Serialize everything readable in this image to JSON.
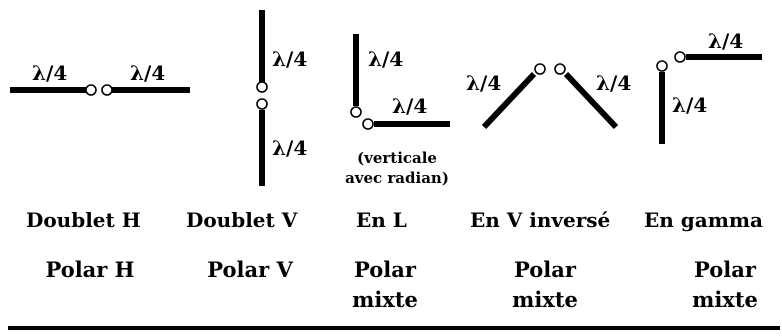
{
  "lambda_label": "λ/4",
  "antennas": [
    {
      "name": "Doublet H",
      "polar": [
        "Polar H"
      ]
    },
    {
      "name": "Doublet V",
      "polar": [
        "Polar V"
      ]
    },
    {
      "name": "En L",
      "polar": [
        "Polar",
        "mixte"
      ],
      "note": [
        "(verticale",
        "avec radian)"
      ]
    },
    {
      "name": "En V inversé",
      "polar": [
        "Polar",
        "mixte"
      ]
    },
    {
      "name": "En gamma",
      "polar": [
        "Polar",
        "mixte"
      ]
    }
  ]
}
